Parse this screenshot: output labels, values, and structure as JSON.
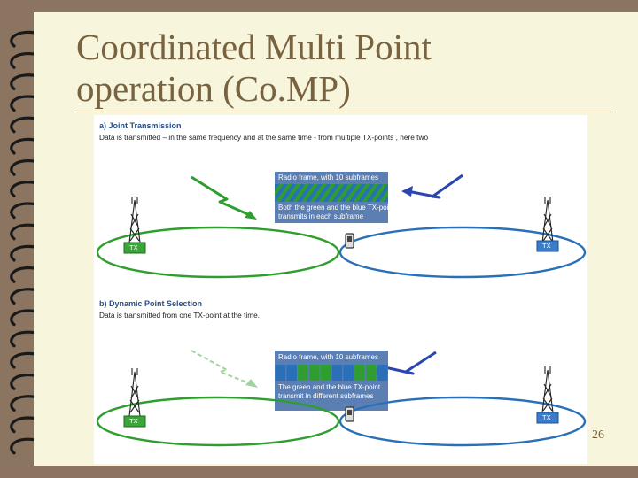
{
  "slide": {
    "title_line1": "Coordinated Multi Point",
    "title_line2": "operation (Co.MP)",
    "page_number": "26"
  },
  "figure": {
    "section_a": {
      "heading": "a) Joint Transmission",
      "description": "Data is transmitted – in the same frequency and at the same time - from multiple TX-points , here two",
      "frame_label": "Radio frame, with 10 subframes",
      "caption_line1": "Both the green and the blue TX-point",
      "caption_line2": "transmits in each subframe",
      "tx_label_left": "TX",
      "tx_label_right": "TX"
    },
    "section_b": {
      "heading": "b) Dynamic Point Selection",
      "description": "Data is transmitted from one TX-point at the time.",
      "frame_label": "Radio frame, with 10 subframes",
      "caption_line1": "The green and the blue TX-point",
      "caption_line2": "transmit in different subframes",
      "tx_label_left": "TX",
      "tx_label_right": "TX"
    }
  },
  "colors": {
    "slide_bg": "#8b7560",
    "page_bg": "#f7f5dc",
    "title": "#786240",
    "green": "#2e9e2e",
    "blue": "#2970b8",
    "frame": "#5b7fb3"
  }
}
